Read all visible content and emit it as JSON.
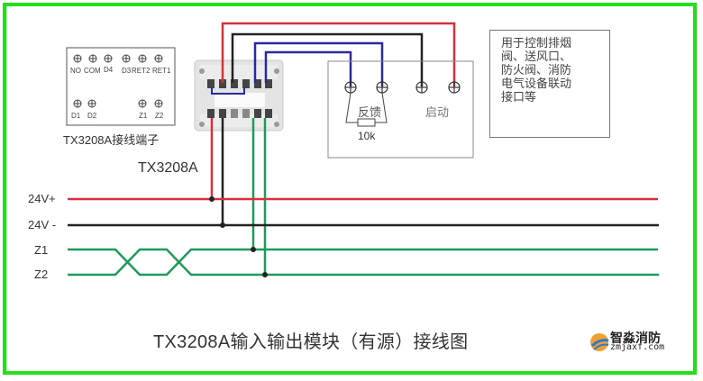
{
  "diagram": {
    "title": "TX3208A输入输出模块（有源）接线图",
    "module_label": "TX3208A",
    "terminal_block_caption": "TX3208A接线端子",
    "terminal_block": {
      "top_row": [
        "NO",
        "COM",
        "D4",
        "D3",
        "RET2",
        "RET1"
      ],
      "bottom_row_left": [
        "D1",
        "D2"
      ],
      "bottom_row_right": [
        "Z1",
        "Z2"
      ]
    },
    "bus_lines": [
      {
        "label": "24V+",
        "color": "#d8303a"
      },
      {
        "label": "24V -",
        "color": "#222222"
      },
      {
        "label": "Z1",
        "color": "#1f9a5a"
      },
      {
        "label": "Z2",
        "color": "#1f9a5a"
      }
    ],
    "device_box": {
      "feedback_label": "反馈",
      "start_label": "启动",
      "resistor_label": "10k"
    },
    "note_lines": [
      "用于控制排烟",
      "阀、送风口、",
      "防火阀、消防",
      "电气设备联动",
      "接口等"
    ],
    "wire_colors": {
      "red": "#d8303a",
      "black": "#222222",
      "blue": "#2a2aa0",
      "green": "#1f9a5a"
    },
    "frame_color": "#22e01a"
  },
  "watermark": {
    "name": "智淼消防",
    "url": "zmjaxf.com"
  }
}
